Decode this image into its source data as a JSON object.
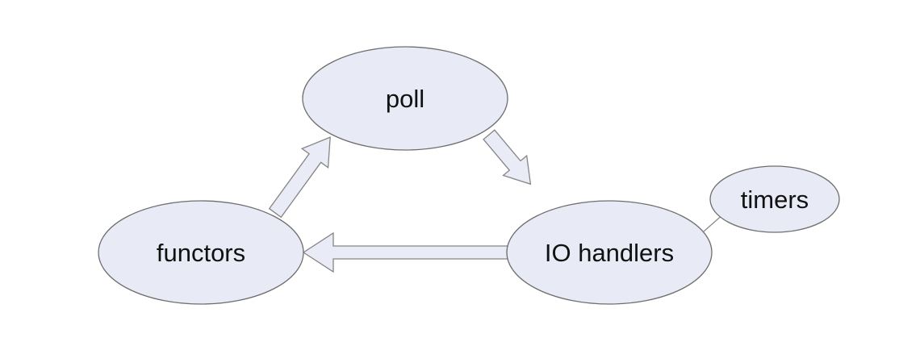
{
  "diagram": {
    "type": "cycle",
    "nodes": {
      "poll": "poll",
      "io_handlers": "IO handlers",
      "functors": "functors",
      "timers": "timers"
    },
    "edges": [
      {
        "from": "poll",
        "to": "io_handlers",
        "style": "block-arrow"
      },
      {
        "from": "io_handlers",
        "to": "functors",
        "style": "block-arrow"
      },
      {
        "from": "functors",
        "to": "poll",
        "style": "block-arrow"
      },
      {
        "from": "io_handlers",
        "to": "timers",
        "style": "line"
      }
    ],
    "colors": {
      "node_fill": "#e8ebf6",
      "node_stroke": "#6e6e6e",
      "arrow_fill": "#e9ecf7",
      "arrow_stroke": "#858585",
      "text": "#111111"
    }
  }
}
